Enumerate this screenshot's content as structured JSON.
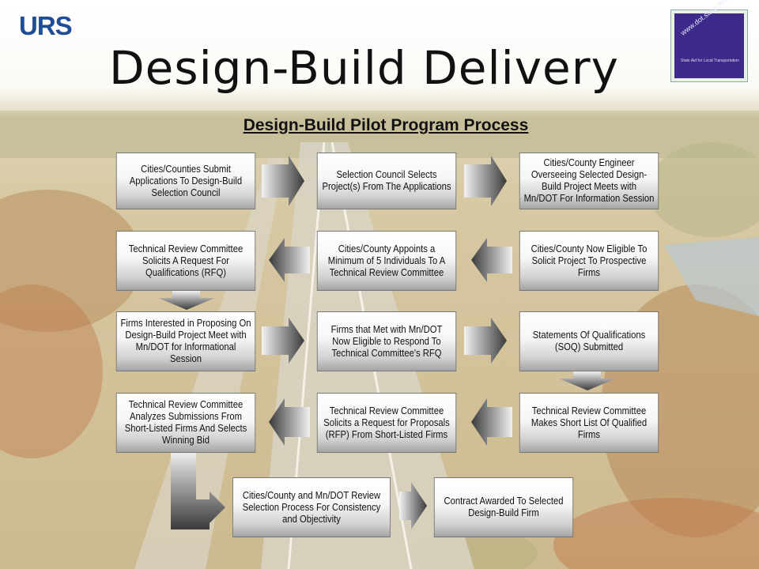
{
  "header": {
    "logo_text": "URS",
    "title": "Design-Build Delivery",
    "subtitle": "Design-Build Pilot Program Process"
  },
  "badge": {
    "url_text": "www.dot.state.mn.us/stateaid",
    "caption": "State Aid for Local Transportation"
  },
  "colors": {
    "logo": "#1f4d97",
    "badge": "#3d2a8a",
    "arrow_light": "#f2f2f2",
    "arrow_dark": "#3a3a3a"
  },
  "steps": [
    "Cities/Counties Submit Applications To Design-Build Selection Council",
    "Selection Council Selects Project(s) From The Applications",
    "Cities/County Engineer Overseeing Selected Design-Build Project Meets with Mn/DOT For Information Session",
    "Cities/County Now Eligible To Solicit Project To Prospective Firms",
    "Cities/County Appoints a Minimum of 5 Individuals To A Technical Review Committee",
    "Technical Review Committee Solicits A Request For Qualifications (RFQ)",
    "Firms Interested in Proposing On Design-Build Project Meet with Mn/DOT for Informational Session",
    "Firms that Met with Mn/DOT Now Eligible to Respond To Technical Committee's RFQ",
    "Statements Of Qualifications (SOQ) Submitted",
    "Technical Review Committee Makes Short List Of Qualified Firms",
    "Technical Review Committee Solicits a Request for Proposals (RFP) From Short-Listed Firms",
    "Technical Review Committee Analyzes Submissions From Short-Listed Firms And Selects Winning Bid",
    "Cities/County and Mn/DOT Review Selection Process For Consistency and Objectivity",
    "Contract Awarded To Selected Design-Build Firm"
  ]
}
